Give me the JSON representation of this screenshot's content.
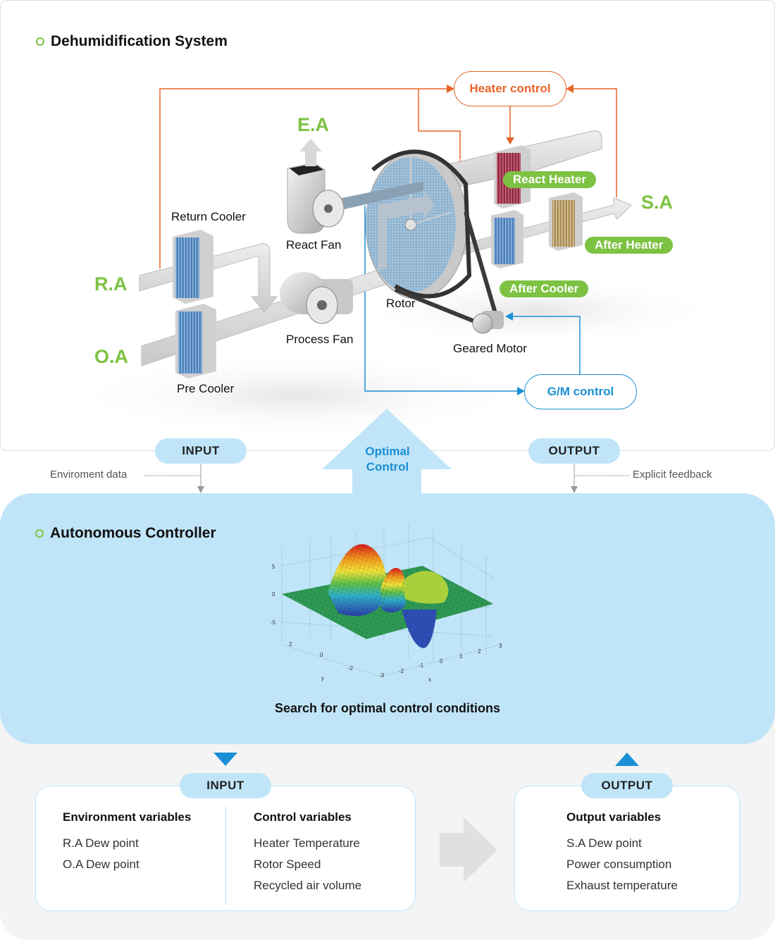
{
  "system": {
    "title": "Dehumidification System",
    "air_labels": {
      "ea": "E.A",
      "sa": "S.A",
      "ra": "R.A",
      "oa": "O.A"
    },
    "components": {
      "return_cooler": "Return Cooler",
      "react_fan": "React Fan",
      "process_fan": "Process Fan",
      "pre_cooler": "Pre Cooler",
      "rotor": "Rotor",
      "geared_motor": "Geared Motor"
    },
    "green_tags": {
      "react_heater": "React Heater",
      "after_heater": "After Heater",
      "after_cooler": "After Cooler"
    },
    "controls": {
      "heater": "Heater control",
      "gm": "G/M control"
    },
    "colors": {
      "heater_line": "#e8642a",
      "gm_line": "#1a8fd6",
      "air_green": "#7dc242"
    }
  },
  "flow": {
    "input_label": "INPUT",
    "output_label": "OUTPUT",
    "optimal_control": "Optimal Control",
    "input_note": "Enviroment data",
    "output_note": "Explicit feedback"
  },
  "controller": {
    "title": "Autonomous Controller",
    "caption": "Search for optimal control conditions",
    "plot": {
      "z_ticks": [
        "5",
        "0",
        "-5"
      ],
      "y_ticks": [
        "2",
        "0",
        "-2"
      ],
      "x_ticks": [
        "-3",
        "-2",
        "-1",
        "0",
        "1",
        "2",
        "3"
      ],
      "xlabel": "x",
      "ylabel": "y"
    }
  },
  "variables": {
    "input_label": "INPUT",
    "output_label": "OUTPUT",
    "environment": {
      "title": "Environment variables",
      "items": [
        "R.A Dew point",
        "O.A Dew point"
      ]
    },
    "control": {
      "title": "Control variables",
      "items": [
        "Heater Temperature",
        "Rotor Speed",
        "Recycled air volume"
      ]
    },
    "output": {
      "title": "Output variables",
      "items": [
        "S.A Dew point",
        "Power consumption",
        "Exhaust temperature"
      ]
    }
  }
}
